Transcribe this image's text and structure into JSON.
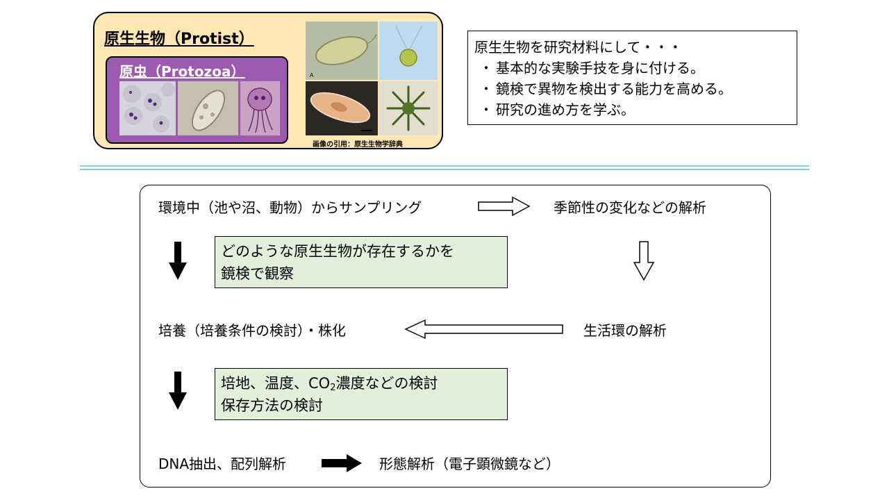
{
  "protist_panel": {
    "title": "原生生物（Protist）",
    "protozoa_title": "原虫（Protozoa）",
    "image_credit": "画像の引用：原生生物学辞典"
  },
  "goals": {
    "heading": "原生生物を研究材料にして・・・",
    "bullet": "・",
    "items": [
      "基本的な実験手技を身に付ける。",
      "鏡検で異物を検出する能力を高める。",
      "研究の進め方を学ぶ。"
    ]
  },
  "workflow": {
    "sampling": "環境中（池や沼、動物）からサンプリング",
    "seasonal": "季節性の変化などの解析",
    "observe_line1": "どのような原生生物が存在するかを",
    "observe_line2": "鏡検で観察",
    "culture": "培養（培養条件の検討）・株化",
    "lifecycle": "生活環の解析",
    "conditions_pre": "培地、温度、CO",
    "conditions_sub": "2",
    "conditions_post": "濃度などの検討",
    "conditions_line2": "保存方法の検討",
    "dna": "DNA抽出、配列解析",
    "morphology": "形態解析（電子顕微鏡など）"
  },
  "colors": {
    "protist_bg": "#fde8b4",
    "protozoa_bg": "#9c5bb0",
    "green_box_bg": "#e2efda",
    "divider": "#86cce3"
  }
}
